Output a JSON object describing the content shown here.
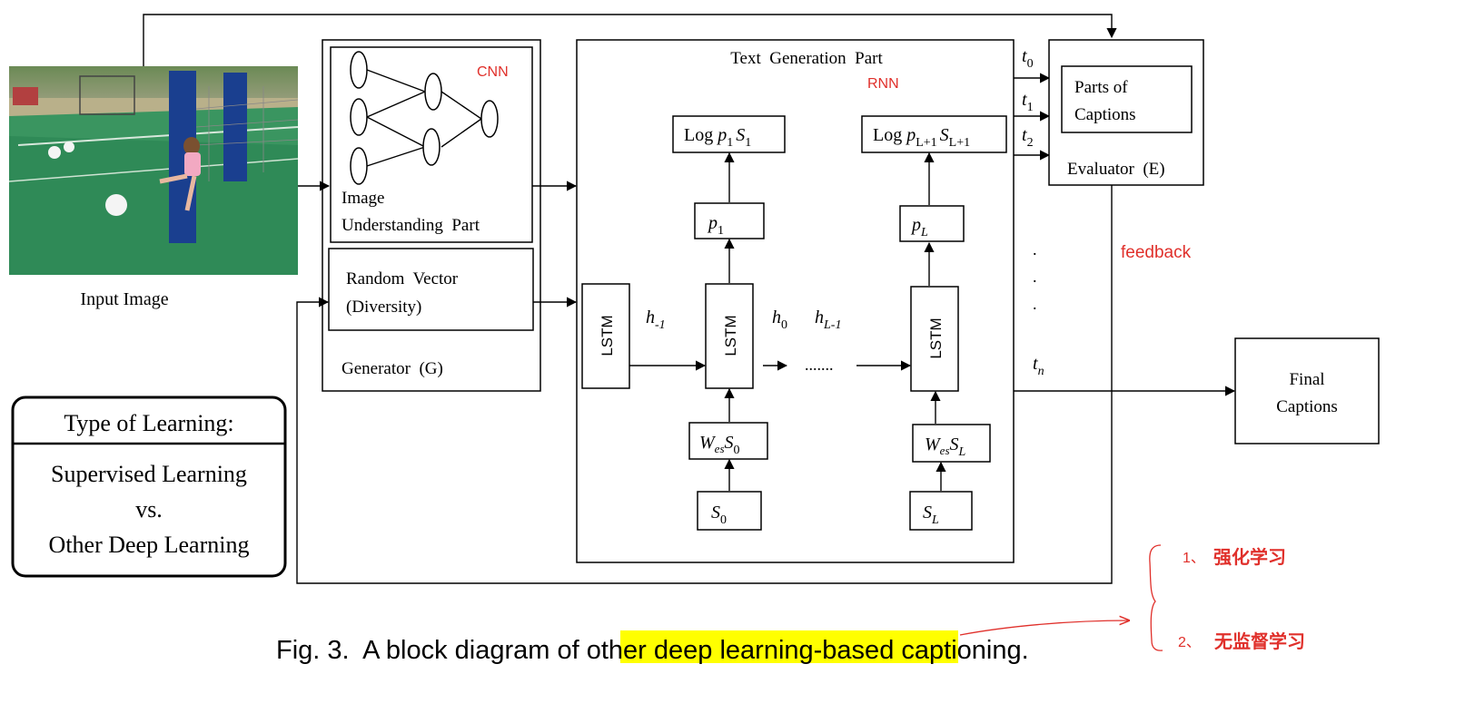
{
  "image_label": "Input Image",
  "generator": {
    "cnn_tag": "CNN",
    "understanding_line1": "Image",
    "understanding_line2": "Understanding  Part",
    "random_line1": "Random  Vector",
    "random_line2": "(Diversity)",
    "label": "Generator  (G)"
  },
  "text_generation": {
    "title": "Text  Generation  Part",
    "rnn_tag": "RNN",
    "lstm": "LSTM",
    "log_left": {
      "prefix": "Log ",
      "p": "p",
      "p_sub": "1",
      "s": "S",
      "s_sub": "1"
    },
    "log_right": {
      "prefix": "Log ",
      "p": "p",
      "p_sub": "L+1",
      "s": "S",
      "s_sub": "L+1"
    },
    "p_left": {
      "main": "p",
      "sub": "1"
    },
    "p_right": {
      "main": "p",
      "sub": "L"
    },
    "h_minus1": {
      "main": "h",
      "sub": "-1"
    },
    "h0": {
      "main": "h",
      "sub": "0"
    },
    "h_L_minus1": {
      "main": "h",
      "sub": "L-1"
    },
    "dots": ".......",
    "wes_left": {
      "w": "W",
      "w_sub": "es",
      "s": "S",
      "s_sub": "0"
    },
    "wes_right": {
      "w": "W",
      "w_sub": "es",
      "s": "S",
      "s_sub": "L"
    },
    "s_left": {
      "main": "S",
      "sub": "0"
    },
    "s_right": {
      "main": "S",
      "sub": "L"
    }
  },
  "outputs": {
    "t0": {
      "main": "t",
      "sub": "0"
    },
    "t1": {
      "main": "t",
      "sub": "1"
    },
    "t2": {
      "main": "t",
      "sub": "2"
    },
    "tn": {
      "main": "t",
      "sub": "n"
    },
    "vertical_dots": "."
  },
  "evaluator": {
    "parts_line1": "Parts of",
    "parts_line2": "Captions",
    "label": "Evaluator  (E)"
  },
  "feedback": "feedback",
  "final": {
    "line1": "Final",
    "line2": "Captions"
  },
  "learning_box": {
    "title": "Type of Learning:",
    "line1": "Supervised Learning",
    "line2": "vs.",
    "line3": "Other Deep Learning"
  },
  "caption": {
    "before": "Fig. 3.  A block diagram of ",
    "highlight": "other deep learning-based",
    "after": " captioning."
  },
  "annotation": {
    "item1_num": "1、",
    "item1": "强化学习",
    "item2_num": "2、",
    "item2": "无监督学习"
  },
  "colors": {
    "annotation_red": "#e0302b",
    "highlight_yellow": "#ffff00",
    "turf_green": "#2f8a57"
  }
}
